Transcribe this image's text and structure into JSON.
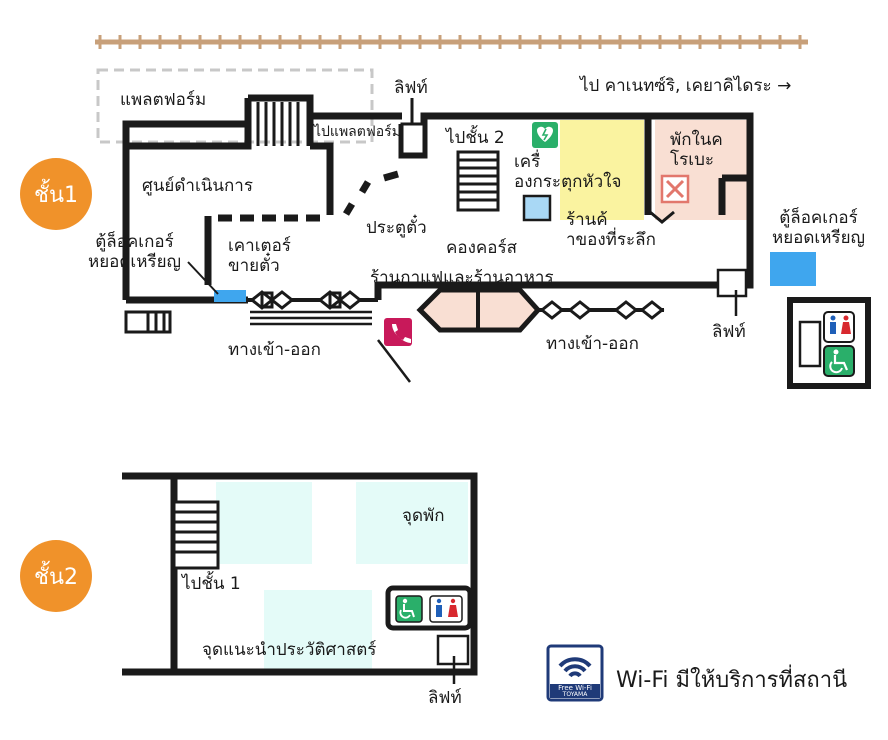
{
  "header": {
    "direction_text": "ไป คาเนทซ์ริ, เคยาคิไดระ →"
  },
  "floor1": {
    "badge": "ชั้น1",
    "labels": {
      "platform": "แพลตฟอร์ม",
      "elevator_top": "ลิฟท์",
      "to_platform": "ไปแพลตฟอร์ม",
      "control_center": "ศูนย์ดำเนินการ",
      "ticket_counter": "เคาเตอร์\nขายตั๋ว",
      "coin_locker_left": "ตู้ล็อคเกอร์\nหยอดเหรียญ",
      "gate": "ประตูตั๋ว",
      "to_floor2": "ไปชั้น 2",
      "concourse": "คองคอร์ส",
      "coin_machine": "เครื่\nองกระตุกหัวใจ",
      "souvenir_shop": "ร้านค้\nาของที่ระลึก",
      "rest_area": "พักในค\nโรเบะ",
      "coin_locker_right": "ตู้ล็อคเกอร์\nหยอดเหรียญ",
      "cafe": "ร้านกาแฟและร้านอาหาร",
      "entrance_left": "ทางเข้า-ออก",
      "entrance_right": "ทางเข้า-ออก",
      "elevator_right": "ลิฟท์"
    }
  },
  "floor2": {
    "badge": "ชั้น2",
    "labels": {
      "rest_point": "จุดพัก",
      "to_floor1": "ไปชั้น 1",
      "history_point": "จุดแนะนำประวัติศาสตร์",
      "elevator": "ลิฟท์"
    }
  },
  "wifi": {
    "badge_top": "Free Wi-Fi",
    "badge_bottom": "TOYAMA",
    "text": "Wi-Fi มีให้บริการที่สถานี"
  },
  "colors": {
    "wall": "#1a1a1a",
    "badge_orange": "#f0922a",
    "aed_green": "#2aaf6a",
    "souvenir_yellow": "#faf3a0",
    "rest_pink": "#f9dfd3",
    "locker_blue": "#3fa6ee",
    "floor2_cyan": "#e4fbf8",
    "phone_magenta": "#c8195a",
    "rail_brown": "#c8a07a",
    "wifi_navy": "#1f3a78"
  },
  "icons": [
    "aed-icon",
    "no-entry-icon",
    "phone-icon",
    "toilet-icon",
    "accessible-icon",
    "wifi-icon",
    "elevator-icon",
    "stairs-icon",
    "ticket-gate-icon"
  ]
}
